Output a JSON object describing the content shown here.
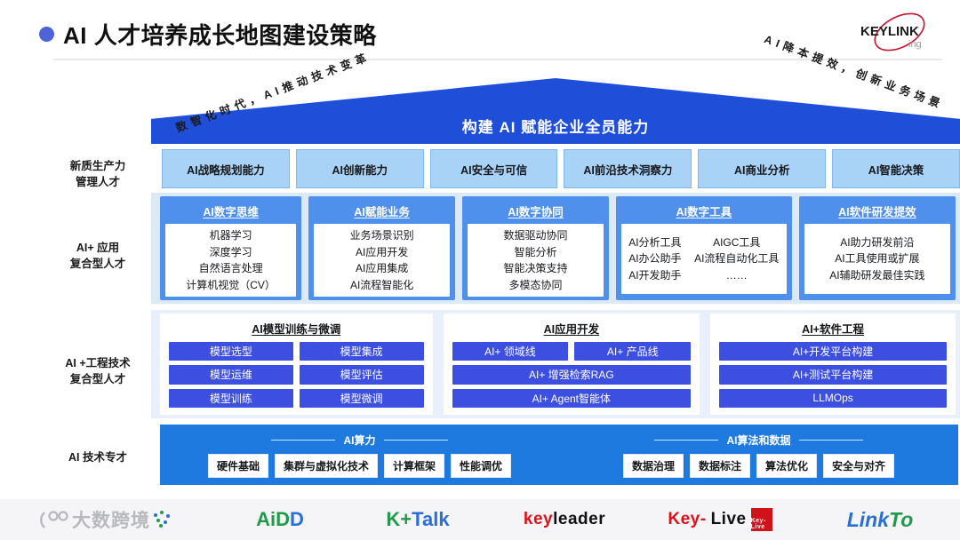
{
  "header": {
    "title": "AI 人才培养成长地图建设策略",
    "logo": {
      "name": "KEYLINK",
      "sub": "ing"
    }
  },
  "banner": {
    "center": "构建 AI 赋能企业全员能力",
    "left": "数智化时代，AI推动技术变革",
    "right": "AI降本提效，创新业务场景"
  },
  "rows": [
    {
      "label": "新质生产力\n管理人才",
      "label_lines": [
        "新质生产力",
        "管理人才"
      ],
      "cells": [
        "AI战略规划能力",
        "AI创新能力",
        "AI安全与可信",
        "AI前沿技术洞察力",
        "AI商业分析",
        "AI智能决策"
      ]
    },
    {
      "label_lines": [
        "AI+ 应用",
        "复合型人才"
      ],
      "cards": [
        {
          "title": "AI数字思维",
          "columns": [
            [
              "机器学习",
              "深度学习",
              "自然语言处理",
              "计算机视觉（CV）"
            ]
          ]
        },
        {
          "title": "AI赋能业务",
          "columns": [
            [
              "业务场景识别",
              "AI应用开发",
              "AI应用集成",
              "AI流程智能化"
            ]
          ]
        },
        {
          "title": "AI数字协同",
          "columns": [
            [
              "数据驱动协同",
              "智能分析",
              "智能决策支持",
              "多模态协同"
            ]
          ]
        },
        {
          "title": "AI数字工具",
          "columns": [
            [
              "AI分析工具",
              "AI办公助手",
              "AI开发助手"
            ],
            [
              "AIGC工具",
              "AI流程自动化工具",
              "……"
            ]
          ]
        },
        {
          "title": "AI软件研发提效",
          "columns": [
            [
              "AI助力研发前沿",
              "AI工具使用或扩展",
              "AI辅助研发最佳实践"
            ]
          ]
        }
      ]
    },
    {
      "label_lines": [
        "AI +工程技术",
        "复合型人才"
      ],
      "cards": [
        {
          "title": "AI模型训练与微调",
          "lines": [
            [
              "模型选型",
              "模型集成"
            ],
            [
              "模型运维",
              "模型评估"
            ],
            [
              "模型训练",
              "模型微调"
            ]
          ]
        },
        {
          "title": "AI应用开发",
          "lines": [
            [
              "AI+ 领域线",
              "AI+ 产品线"
            ],
            [
              "AI+ 增强检索RAG"
            ],
            [
              "AI+ Agent智能体"
            ]
          ]
        },
        {
          "title": "AI+软件工程",
          "lines": [
            [
              "AI+开发平台构建"
            ],
            [
              "AI+测试平台构建"
            ],
            [
              "LLMOps"
            ]
          ]
        }
      ]
    },
    {
      "label_lines": [
        "AI 技术专才"
      ],
      "groups": [
        {
          "title": "AI算力",
          "chips": [
            "硬件基础",
            "集群与虚拟化技术",
            "计算框架",
            "性能调优"
          ]
        },
        {
          "title": "AI算法和数据",
          "chips": [
            "数据治理",
            "数据标注",
            "算法优化",
            "安全与对齐"
          ]
        }
      ]
    }
  ],
  "footer": {
    "logos": [
      {
        "id": "dashu",
        "text": "大数跨境"
      },
      {
        "id": "aidd",
        "a": "AiD",
        "b": "D"
      },
      {
        "id": "ktalk",
        "a": "K+",
        "b": "Talk"
      },
      {
        "id": "keyleader",
        "a": "key",
        "b": "leader"
      },
      {
        "id": "keylive",
        "a": "Key-",
        "b": "Live",
        "badge": "Key-Live"
      },
      {
        "id": "linkto",
        "a": "Link",
        "b": "To"
      }
    ]
  },
  "colors": {
    "banner_blue": "#1f4fd8",
    "row1_blue": "#a9d2f7",
    "row2_card": "#4e90ec",
    "row3_pill": "#3c4fe0",
    "row4_blue": "#1f7ae0",
    "accent": "#4f63d8"
  }
}
